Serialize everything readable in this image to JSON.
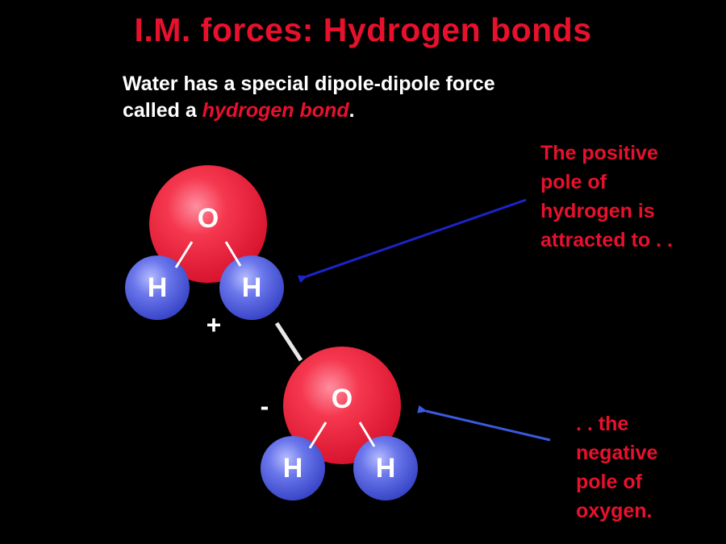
{
  "title": "I.M. forces: Hydrogen bonds",
  "intro": {
    "line1": "Water has a special dipole-dipole force",
    "line2_prefix": "called a ",
    "line2_emphasis": "hydrogen bond",
    "line2_suffix": "."
  },
  "callouts": {
    "positive": "The positive\npole of\nhydrogen is\nattracted to . .",
    "negative": ". . the\nnegative\npole of\noxygen."
  },
  "molecule_top": {
    "oxygen": "O",
    "hydrogen_left": "H",
    "hydrogen_right": "H",
    "charge": "+"
  },
  "molecule_bottom": {
    "oxygen": "O",
    "hydrogen_left": "H",
    "hydrogen_right": "H",
    "charge": "-"
  },
  "colors": {
    "background": "#000000",
    "accent_red": "#e8112d",
    "oxygen": "#f0304a",
    "hydrogen": "#4a5bd8",
    "arrow_top": "#1b24c8",
    "arrow_bottom": "#3a5ae0"
  }
}
